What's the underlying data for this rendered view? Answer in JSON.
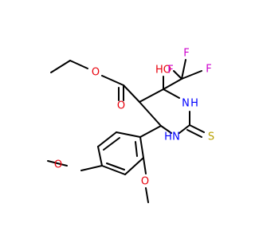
{
  "colors": {
    "carbon_bond": "#000000",
    "oxygen": "#e8000b",
    "nitrogen": "#0000ff",
    "fluorine": "#cc00cc",
    "sulfur": "#b8a000",
    "background": "#ffffff"
  },
  "atoms": {
    "o_ester_carbonyl": "O",
    "o_ester_ether": "O",
    "o_hydroxyl": "HO",
    "f_1": "F",
    "f_2": "F",
    "f_3": "F",
    "n_upper": "N",
    "h_upper": "H",
    "n_lower": "N",
    "h_lower": "H",
    "s_thione": "S",
    "o_methoxy_para": "O",
    "o_methoxy_ortho": "O"
  }
}
